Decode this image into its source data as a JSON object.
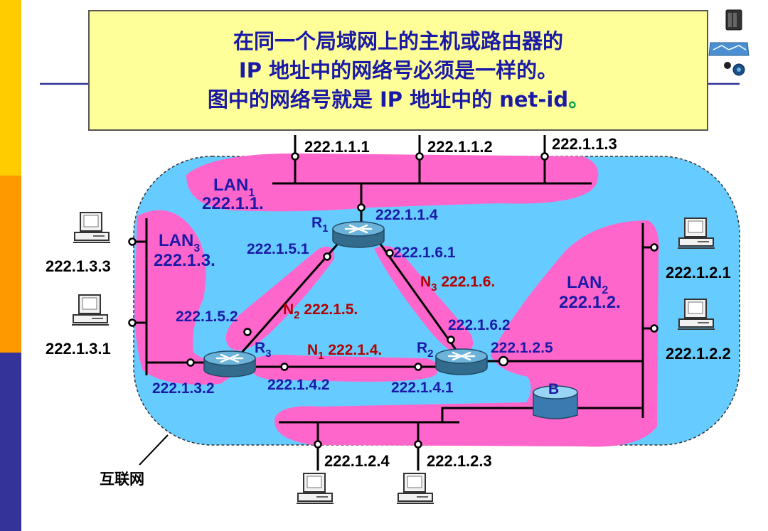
{
  "callout": {
    "line1": "在同一个局域网上的主机或路由器的",
    "line2": "IP 地址中的网络号必须是一样的。",
    "line3": "图中的网络号就是 IP 地址中的 net-id",
    "line3_end": "。"
  },
  "colors": {
    "internet_fill": "#66ccff",
    "network_fill": "#ff66cc",
    "callout_bg": "#ffff99",
    "label_blue": "#1a1aa6",
    "label_red": "#b30000",
    "sidebar": [
      "#ffcc00",
      "#ff9900",
      "#333399",
      "#ffffff"
    ]
  },
  "icons": [
    "network-hub-icon",
    "router-icon",
    "computer-icon",
    "bridge-icon"
  ],
  "lan1": {
    "name": "LAN",
    "sub": "1",
    "net": "222.1.1."
  },
  "lan2": {
    "name": "LAN",
    "sub": "2",
    "net": "222.1.2."
  },
  "lan3": {
    "name": "LAN",
    "sub": "3",
    "net": "222.1.3."
  },
  "n1": {
    "name": "N",
    "sub": "1",
    "net": "222.1.4."
  },
  "n2": {
    "name": "N",
    "sub": "2",
    "net": "222.1.5."
  },
  "n3": {
    "name": "N",
    "sub": "3",
    "net": "222.1.6."
  },
  "routers": {
    "r1": {
      "name": "R",
      "sub": "1"
    },
    "r2": {
      "name": "R",
      "sub": "2"
    },
    "r3": {
      "name": "R",
      "sub": "3"
    }
  },
  "bridge": "B",
  "internet_label": "互联网",
  "addresses": {
    "h111": "222.1.1.1",
    "h112": "222.1.1.2",
    "h113": "222.1.1.3",
    "r1_lan1": "222.1.1.4",
    "r1_n2": "222.1.5.1",
    "r1_n3": "222.1.6.1",
    "r3_n2": "222.1.5.2",
    "r2_n3": "222.1.6.2",
    "r2_lan2": "222.1.2.5",
    "r3_lan3": "222.1.3.2",
    "r3_n1": "222.1.4.2",
    "r2_n1": "222.1.4.1",
    "h133": "222.1.3.3",
    "h131": "222.1.3.1",
    "h121": "222.1.2.1",
    "h122": "222.1.2.2",
    "h124": "222.1.2.4",
    "h123": "222.1.2.3"
  }
}
